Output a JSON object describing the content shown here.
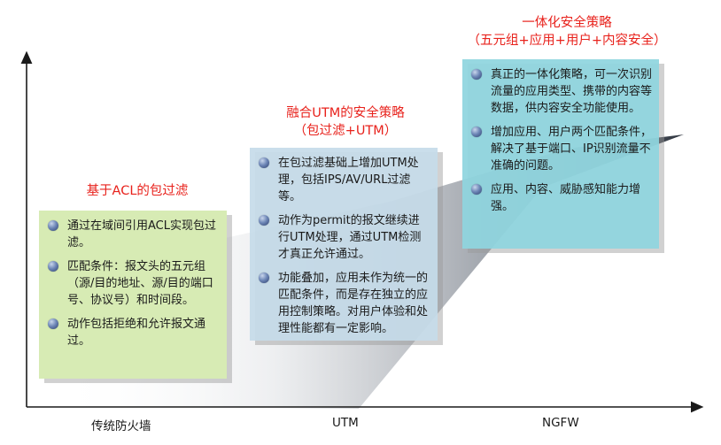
{
  "stages": [
    {
      "title_lines": [
        "基于ACL的包过滤"
      ],
      "axis_label": "传统防火墙",
      "colors": {
        "panel": "#d7ebb4"
      },
      "bullets": [
        "通过在域间引用ACL实现包过滤。",
        "匹配条件：报文头的五元组（源/目的地址、源/目的端口号、协议号）和时间段。",
        "动作包括拒绝和允许报文通过。"
      ]
    },
    {
      "title_lines": [
        "融合UTM的安全策略",
        "（包过滤+UTM）"
      ],
      "axis_label": "UTM",
      "colors": {
        "panel": "#c5dbe9"
      },
      "bullets": [
        "在包过滤基础上增加UTM处理，包括IPS/AV/URL过滤等。",
        "动作为permit的报文继续进行UTM处理，通过UTM检测才真正允许通过。",
        "功能叠加，应用未作为统一的匹配条件，而是存在独立的应用控制策略。对用户体验和处理性能都有一定影响。"
      ]
    },
    {
      "title_lines": [
        "一体化安全策略",
        "（五元组+应用+用户+内容安全）"
      ],
      "axis_label": "NGFW",
      "colors": {
        "panel": "#8fd5df"
      },
      "bullets": [
        "真正的一体化策略，可一次识别流量的应用类型、携带的内容等数据，供内容安全功能使用。",
        "增加应用、用户两个匹配条件，解决了基于端口、IP识别流量不准确的问题。",
        "应用、内容、威胁感知能力增强。"
      ]
    }
  ],
  "colors": {
    "title": "#e8221c",
    "axis": "#1a1a1a",
    "bullet": "#3b5a94",
    "arrow": "#2f3640"
  },
  "icons": {
    "bullet": "sphere-bullet-icon"
  }
}
